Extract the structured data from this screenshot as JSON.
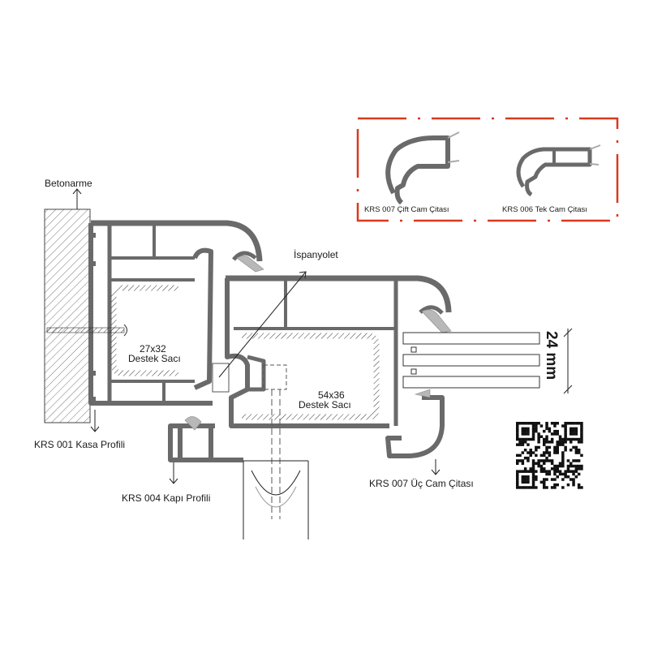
{
  "colors": {
    "profile": "#6a6a6a",
    "detail_frame": "#d9391e",
    "gasket": "#b8b8b8"
  },
  "labels": {
    "wall": "Betonarme",
    "espagnolette": "İspanyolet",
    "frame_profile": "KRS 001 Kasa Profili",
    "sash_profile": "KRS 004 Kapı Profili",
    "bead_triple": "KRS 007 Üç Cam Çitası",
    "support_small_size": "27x32",
    "support_small_name": "Destek Sacı",
    "support_large_size": "54x36",
    "support_large_name": "Destek Sacı",
    "glass_thickness": "24 mm"
  },
  "detail_box": {
    "items": [
      {
        "label": "KRS 007 Çift Cam Çitası"
      },
      {
        "label": "KRS 006 Tek Cam Çitası"
      }
    ]
  }
}
